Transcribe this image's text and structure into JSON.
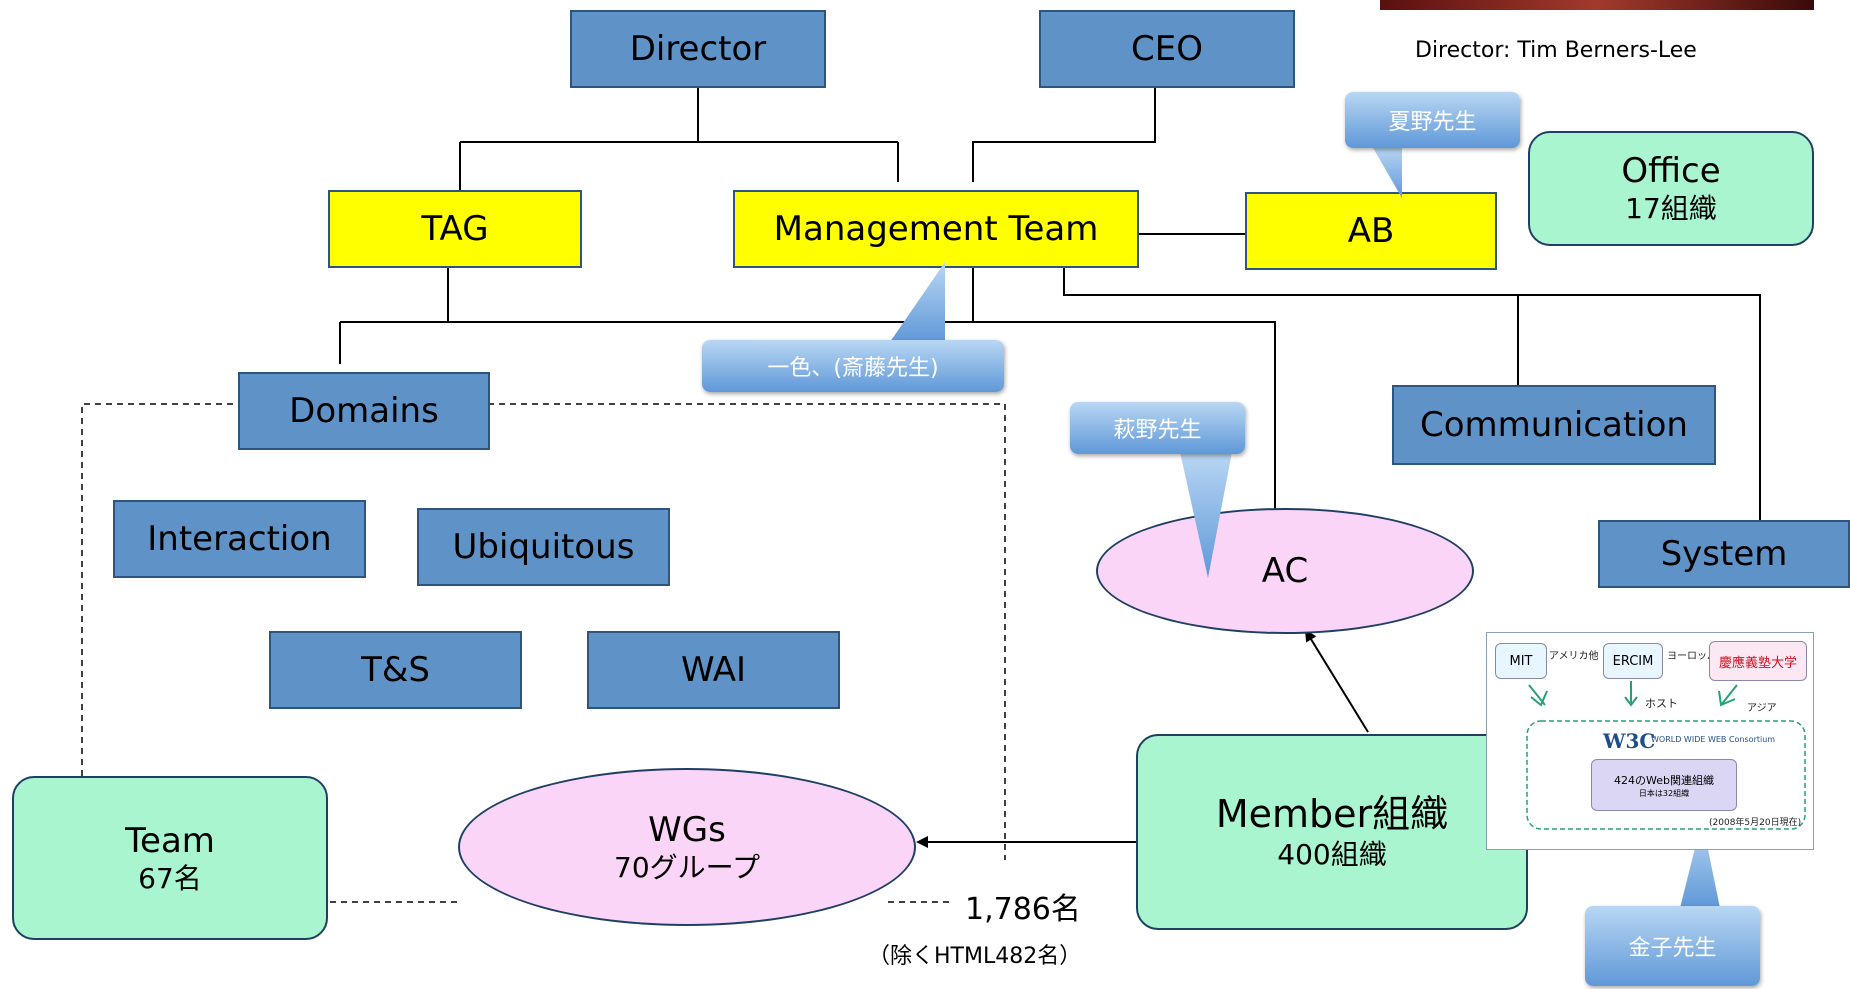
{
  "nodes": {
    "director": "Director",
    "ceo": "CEO",
    "tag": "TAG",
    "management_team": "Management Team",
    "ab": "AB",
    "domains": "Domains",
    "interaction": "Interaction",
    "ubiquitous": "Ubiquitous",
    "ts": "T&S",
    "wai": "WAI",
    "communication": "Communication",
    "system": "System",
    "ac": "AC"
  },
  "office": {
    "title": "Office",
    "count": "17組織"
  },
  "team": {
    "title": "Team",
    "count": "67名"
  },
  "wgs": {
    "title": "WGs",
    "count": "70グループ"
  },
  "member": {
    "title": "Member組織",
    "count": "400組織"
  },
  "callouts": {
    "ab": "夏野先生",
    "management": "一色、(斎藤先生)",
    "ac": "萩野先生",
    "inset": "金子先生"
  },
  "texts": {
    "director_caption": "Director: Tim Berners-Lee",
    "participants": "1,786名",
    "participants_note": "（除くHTML482名）"
  },
  "inset": {
    "mit": "MIT",
    "ercim": "ERCIM",
    "keio": "慶應義塾大学",
    "label_america": "アメリカ他",
    "label_europe": "ヨーロッパ",
    "label_host": "ホスト",
    "label_asia": "アジア",
    "w3c": "W3C",
    "w3c_full": "WORLD WIDE WEB Consortium",
    "orgs_line1": "424のWeb関連組織",
    "orgs_line2": "日本は32組織",
    "date": "(2008年5月20日現在)"
  },
  "colors": {
    "blue_box": "#5f93c7",
    "yellow_box": "#ffff00",
    "green_box": "#a8f5cf",
    "pink_ellipse": "#fbd5f8",
    "callout": "#5f98d8"
  }
}
